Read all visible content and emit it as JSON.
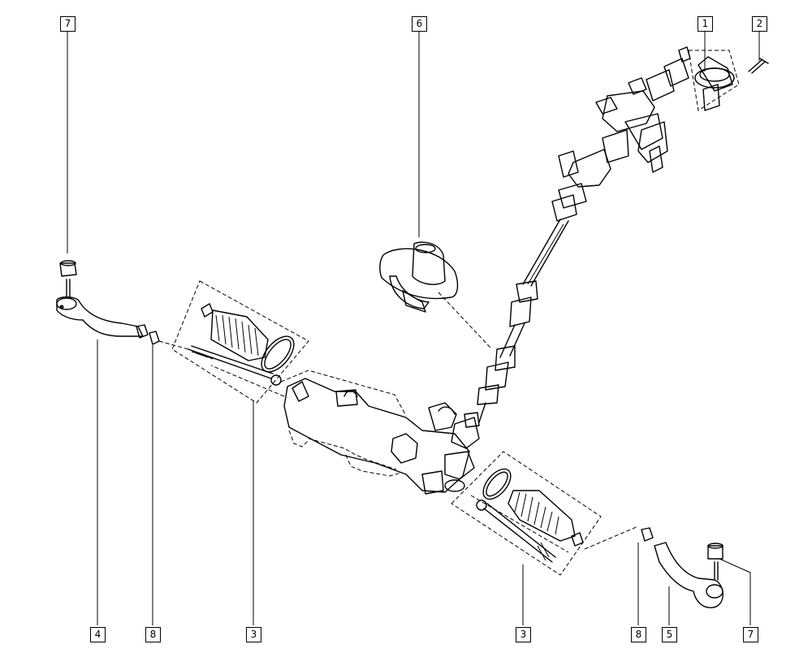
{
  "callouts": {
    "c1": "1",
    "c2": "2",
    "c3_left": "3",
    "c3_right": "3",
    "c4": "4",
    "c5": "5",
    "c6": "6",
    "c7_top": "7",
    "c7_bottom": "7",
    "c8_left": "8",
    "c8_right": "8"
  }
}
